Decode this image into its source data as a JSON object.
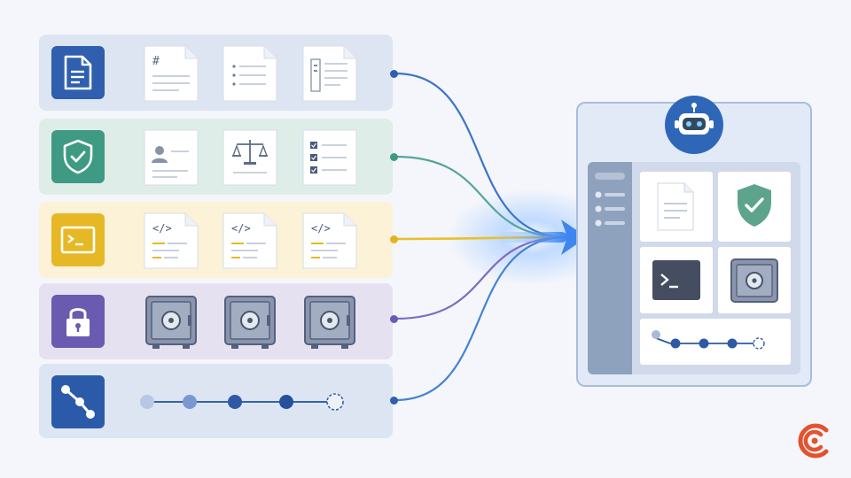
{
  "colors": {
    "background": "#f4f6fb",
    "docs": "#2f5fae",
    "security": "#3f9a84",
    "terminal": "#e7b826",
    "vault": "#6a5bb0",
    "workflow": "#2b5aa8",
    "brand": "#e4522e"
  },
  "rows": [
    {
      "id": "documents",
      "tile_icon": "document-icon",
      "items": [
        "markdown-document-icon",
        "list-document-icon",
        "layout-document-icon"
      ]
    },
    {
      "id": "security",
      "tile_icon": "shield-check-icon",
      "items": [
        "profile-document-icon",
        "scales-document-icon",
        "checklist-document-icon"
      ]
    },
    {
      "id": "code",
      "tile_icon": "terminal-icon",
      "items": [
        "code-document-icon",
        "code-document-icon",
        "code-document-icon"
      ]
    },
    {
      "id": "secrets",
      "tile_icon": "padlock-icon",
      "items": [
        "vault-icon",
        "vault-icon",
        "vault-icon"
      ]
    },
    {
      "id": "workflow",
      "tile_icon": "workflow-nodes-icon",
      "items": [
        "pipeline-steps"
      ]
    }
  ],
  "code_glyph": "</>",
  "markdown_glyph": "#",
  "target": {
    "header_icon": "robot-icon",
    "cells": [
      "document-icon",
      "shield-check-icon",
      "terminal-icon",
      "vault-icon",
      "pipeline-steps"
    ]
  },
  "brand_icon": "brand-logo-icon"
}
